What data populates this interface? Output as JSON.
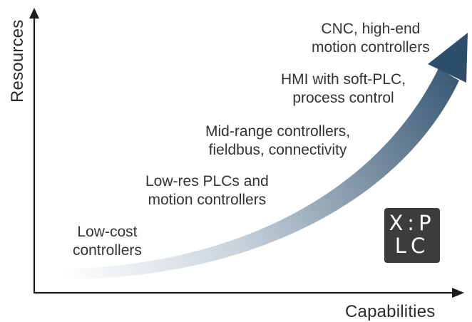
{
  "axes": {
    "y_label": "Resources",
    "x_label": "Capabilities"
  },
  "stages": [
    {
      "line1": "Low-cost",
      "line2": "controllers"
    },
    {
      "line1": "Low-res PLCs and",
      "line2": "motion controllers"
    },
    {
      "line1": "Mid-range controllers,",
      "line2": "fieldbus, connectivity"
    },
    {
      "line1": "HMI with soft-PLC,",
      "line2": "process control"
    },
    {
      "line1": "CNC, high-end",
      "line2": "motion controllers"
    }
  ],
  "logo": {
    "row1": "X:P",
    "row2": "LC"
  },
  "colors": {
    "axis": "#1a1a1a",
    "arrow_start": "#ffffff",
    "arrow_end": "#2c4e6b",
    "logo_bg": "#3c3c3c"
  }
}
